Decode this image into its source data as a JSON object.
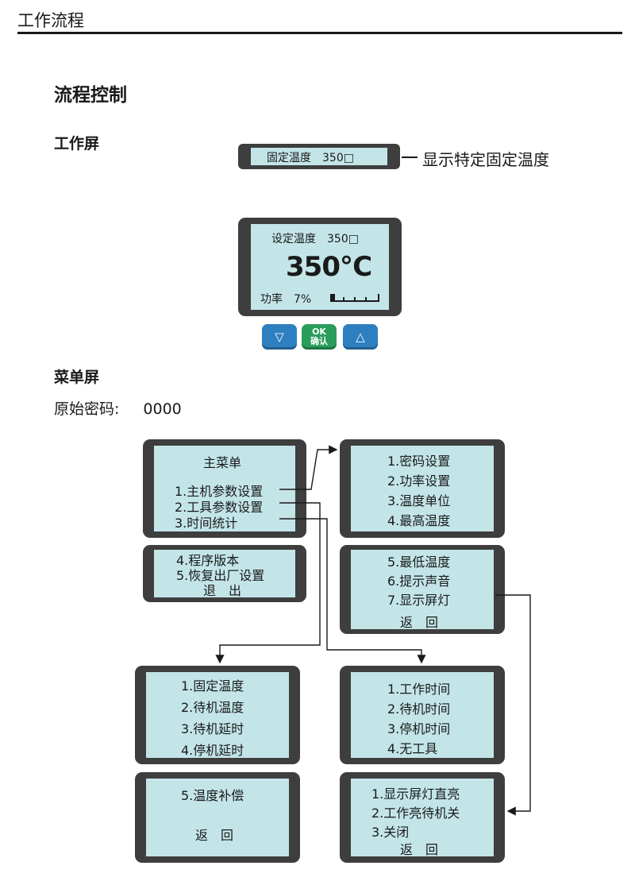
{
  "header": {
    "title": "工作流程"
  },
  "section": {
    "title": "流程控制"
  },
  "work_screen": {
    "heading": "工作屏",
    "fixed_display": "固定温度　350□",
    "fixed_caption": "显示特定固定温度",
    "set_temp": "设定温度　350□",
    "big_temp": "350℃",
    "power": "功率　7%",
    "buttons": {
      "down": "▽",
      "ok_top": "OK",
      "ok_bottom": "确认",
      "up": "△"
    }
  },
  "menu_screen": {
    "heading": "菜单屏",
    "password_label": "原始密码:",
    "password_value": "0000",
    "main_menu": {
      "title": "主菜单",
      "items": [
        "1.主机参数设置",
        "2.工具参数设置",
        "3.时间统计"
      ],
      "items2": [
        "4.程序版本",
        "5.恢复出厂设置",
        "退　出"
      ]
    },
    "host_params": {
      "items": [
        "1.密码设置",
        "2.功率设置",
        "3.温度单位",
        "4.最高温度"
      ],
      "items2": [
        "5.最低温度",
        "6.提示声音",
        "7.显示屏灯",
        "返　回"
      ]
    },
    "tool_params": {
      "items": [
        "1.固定温度",
        "2.待机温度",
        "3.待机延时",
        "4.停机延时"
      ],
      "items2": [
        "5.温度补偿",
        "返　回"
      ]
    },
    "time_stats": {
      "items": [
        "1.工作时间",
        "2.待机时间",
        "3.停机时间",
        "4.无工具"
      ]
    },
    "backlight": {
      "items": [
        "1.显示屏灯直亮",
        "2.工作亮待机关",
        "3.关闭",
        "返　回"
      ]
    }
  }
}
